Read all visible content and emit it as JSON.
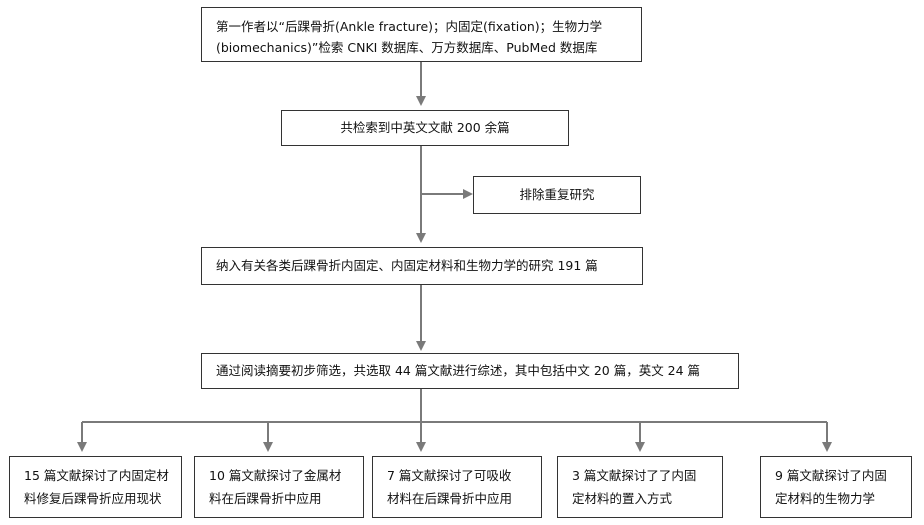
{
  "colors": {
    "border": "#333333",
    "arrow": "#7a7a7a",
    "text": "#111111",
    "background": "#ffffff"
  },
  "flow": {
    "search": {
      "line1": "第一作者以“后踝骨折(Ankle fracture)；内固定(fixation)；生物力学",
      "line2": "(biomechanics)”检索 CNKI 数据库、万方数据库、PubMed 数据库"
    },
    "retrieved": "共检索到中英文文献 200 余篇",
    "excluded": "排除重复研究",
    "included": "纳入有关各类后踝骨折内固定、内固定材料和生物力学的研究 191 篇",
    "screened": "通过阅读摘要初步筛选，共选取 44 篇文献进行综述，其中包括中文 20 篇，英文 24 篇",
    "categories": [
      {
        "line1": "15 篇文献探讨了内固定材",
        "line2": "料修复后踝骨折应用现状"
      },
      {
        "line1": "10 篇文献探讨了金属材",
        "line2": "料在后踝骨折中应用"
      },
      {
        "line1": "7 篇文献探讨了可吸收",
        "line2": "材料在后踝骨折中应用"
      },
      {
        "line1": "3 篇文献探讨了了内固",
        "line2": "定材料的置入方式"
      },
      {
        "line1": "9 篇文献探讨了内固",
        "line2": "定材料的生物力学"
      }
    ]
  }
}
